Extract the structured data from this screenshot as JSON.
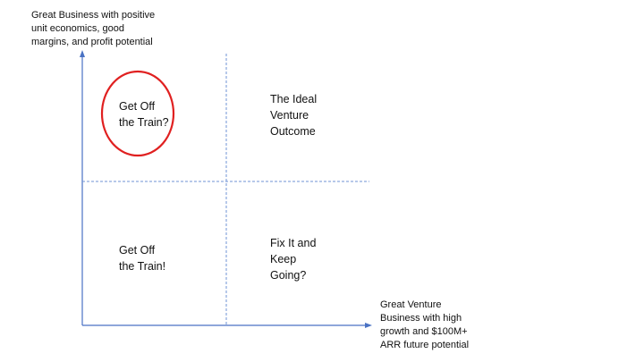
{
  "axes": {
    "y_label": [
      "Great Business with positive",
      "unit economics, good",
      "margins, and profit potential"
    ],
    "x_label": [
      "Great Venture",
      "Business with high",
      "growth and $100M+",
      "ARR future potential"
    ],
    "axis_color": "#4a72c4",
    "divider_color": "#6f93d6"
  },
  "quadrants": {
    "top_left": [
      "Get Off",
      "the Train?"
    ],
    "top_right": [
      "The Ideal",
      "Venture",
      "Outcome"
    ],
    "bottom_left": [
      "Get Off",
      "the Train!"
    ],
    "bottom_right": [
      "Fix It and",
      "Keep",
      "Going?"
    ]
  },
  "highlight": {
    "target": "top_left",
    "shape": "ellipse",
    "color": "#e02020"
  }
}
